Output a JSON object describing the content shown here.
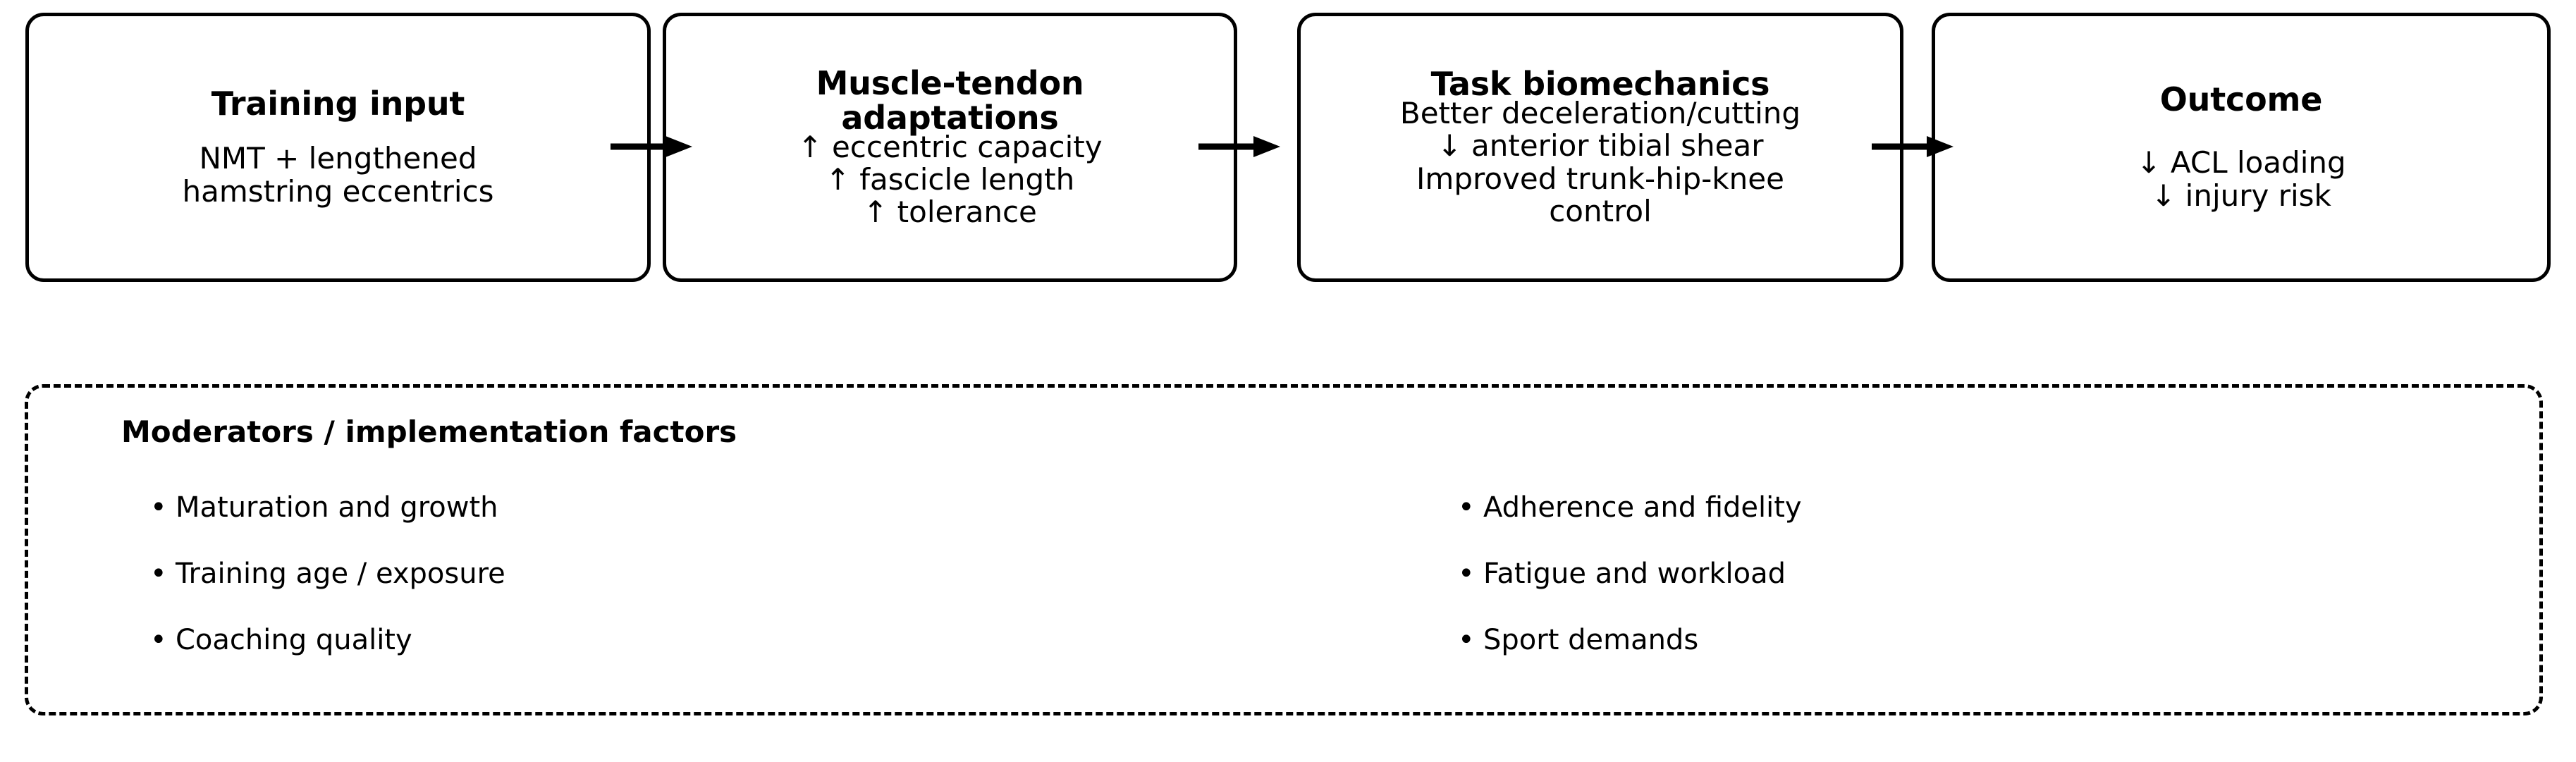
{
  "diagram": {
    "type": "flowchart",
    "flow": {
      "boxes": [
        {
          "id": "training-input",
          "title": "Training input",
          "body": "NMT + lengthened\nhamstring eccentrics"
        },
        {
          "id": "muscle-tendon-adaptations",
          "title": "Muscle-tendon\nadaptations",
          "body": "↑ eccentric capacity\n↑ fascicle length\n↑ tolerance"
        },
        {
          "id": "task-biomechanics",
          "title": "Task biomechanics",
          "body": "Better deceleration/cutting\n↓ anterior tibial shear\nImproved trunk-hip-knee\ncontrol"
        },
        {
          "id": "outcome",
          "title": "Outcome",
          "body": "↓ ACL loading\n↓ injury risk"
        }
      ],
      "arrows": [
        {
          "id": "arrow-1",
          "from": "training-input",
          "to": "muscle-tendon-adaptations",
          "glyph": "arrow-right-icon"
        },
        {
          "id": "arrow-2",
          "from": "muscle-tendon-adaptations",
          "to": "task-biomechanics",
          "glyph": "arrow-right-icon"
        },
        {
          "id": "arrow-3",
          "from": "task-biomechanics",
          "to": "outcome",
          "glyph": "arrow-right-icon"
        }
      ]
    },
    "moderators": {
      "title": "Moderators / implementation factors",
      "bullet_glyph": "•",
      "left_column": [
        "Maturation and growth",
        "Training age / exposure",
        "Coaching quality"
      ],
      "right_column": [
        "Adherence and fidelity",
        "Fatigue and workload",
        "Sport demands"
      ]
    },
    "colors": {
      "stroke": "#000000",
      "text": "#000000",
      "background": "#ffffff"
    }
  }
}
